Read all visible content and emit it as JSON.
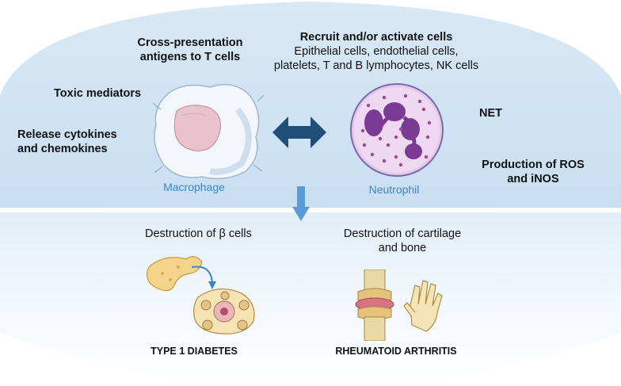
{
  "top": {
    "cross_presentation": [
      "Cross-presentation",
      "antigens to T cells"
    ],
    "recruit_title": "Recruit and/or activate cells",
    "recruit_lines": [
      "Epithelial cells, endothelial cells,",
      "platelets, T and B lymphocytes, NK cells"
    ],
    "toxic_mediators": "Toxic mediators",
    "release_cytokines": [
      "Release cytokines",
      "and chemokines"
    ],
    "net": "NET",
    "ros": [
      "Production of ROS",
      "and iNOS"
    ],
    "macrophage_label": "Macrophage",
    "neutrophil_label": "Neutrophil"
  },
  "bottom": {
    "beta_destruction": "Destruction of β cells",
    "cartilage_destruction": [
      "Destruction of cartilage",
      "and bone"
    ],
    "type1_diabetes": "TYPE 1 DIABETES",
    "rheumatoid_arthritis": "RHEUMATOID ARTHRITIS"
  },
  "colors": {
    "top_panel": "#dbe9f6",
    "bottom_panel": "#eef4fb",
    "arrow_dark": "#1f4e79",
    "arrow_light": "#5b9bd5",
    "label_blue": "#3a86c4"
  },
  "icons": [
    "macrophage-icon",
    "neutrophil-icon",
    "double-arrow-icon",
    "down-arrow-icon",
    "pancreas-icon",
    "islet-icon",
    "knee-joint-icon",
    "hand-icon"
  ]
}
